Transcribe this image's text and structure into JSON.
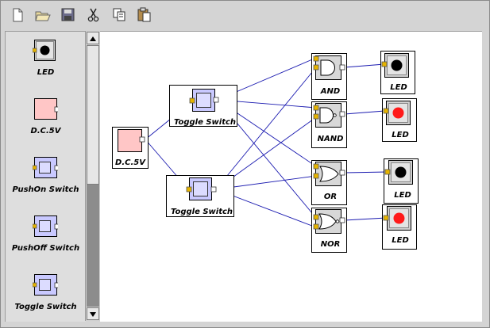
{
  "colors": {
    "wire": "#1a1ab0",
    "pin": "#e6b400",
    "led_off": "#000000",
    "led_on": "#ff1a1a",
    "dc_fill": "#ffc6c6",
    "switch_fill": "#c9c9ff",
    "gate_fill": "#d8d8d8"
  },
  "toolbar": {
    "buttons": [
      {
        "name": "new-icon"
      },
      {
        "name": "open-icon"
      },
      {
        "name": "save-icon"
      },
      {
        "name": "cut-icon"
      },
      {
        "name": "copy-icon"
      },
      {
        "name": "paste-icon"
      }
    ]
  },
  "palette": {
    "items": [
      {
        "label": "LED",
        "kind": "led"
      },
      {
        "label": "D.C.5V",
        "kind": "dc"
      },
      {
        "label": "PushOn Switch",
        "kind": "switch"
      },
      {
        "label": "PushOff Switch",
        "kind": "switch"
      },
      {
        "label": "Toggle Switch",
        "kind": "switch"
      }
    ]
  },
  "circuit": {
    "components": [
      {
        "id": "dc",
        "kind": "dc",
        "label": "D.C.5V"
      },
      {
        "id": "sw1",
        "kind": "switch",
        "label": "Toggle Switch"
      },
      {
        "id": "sw2",
        "kind": "switch",
        "label": "Toggle Switch"
      },
      {
        "id": "and",
        "kind": "and",
        "label": "AND"
      },
      {
        "id": "nand",
        "kind": "nand",
        "label": "NAND"
      },
      {
        "id": "or",
        "kind": "or",
        "label": "OR"
      },
      {
        "id": "nor",
        "kind": "nor",
        "label": "NOR"
      },
      {
        "id": "led1",
        "kind": "led",
        "label": "LED",
        "state": "off"
      },
      {
        "id": "led2",
        "kind": "led",
        "label": "LED",
        "state": "on"
      },
      {
        "id": "led3",
        "kind": "led",
        "label": "LED",
        "state": "off"
      },
      {
        "id": "led4",
        "kind": "led",
        "label": "LED",
        "state": "on"
      }
    ]
  }
}
